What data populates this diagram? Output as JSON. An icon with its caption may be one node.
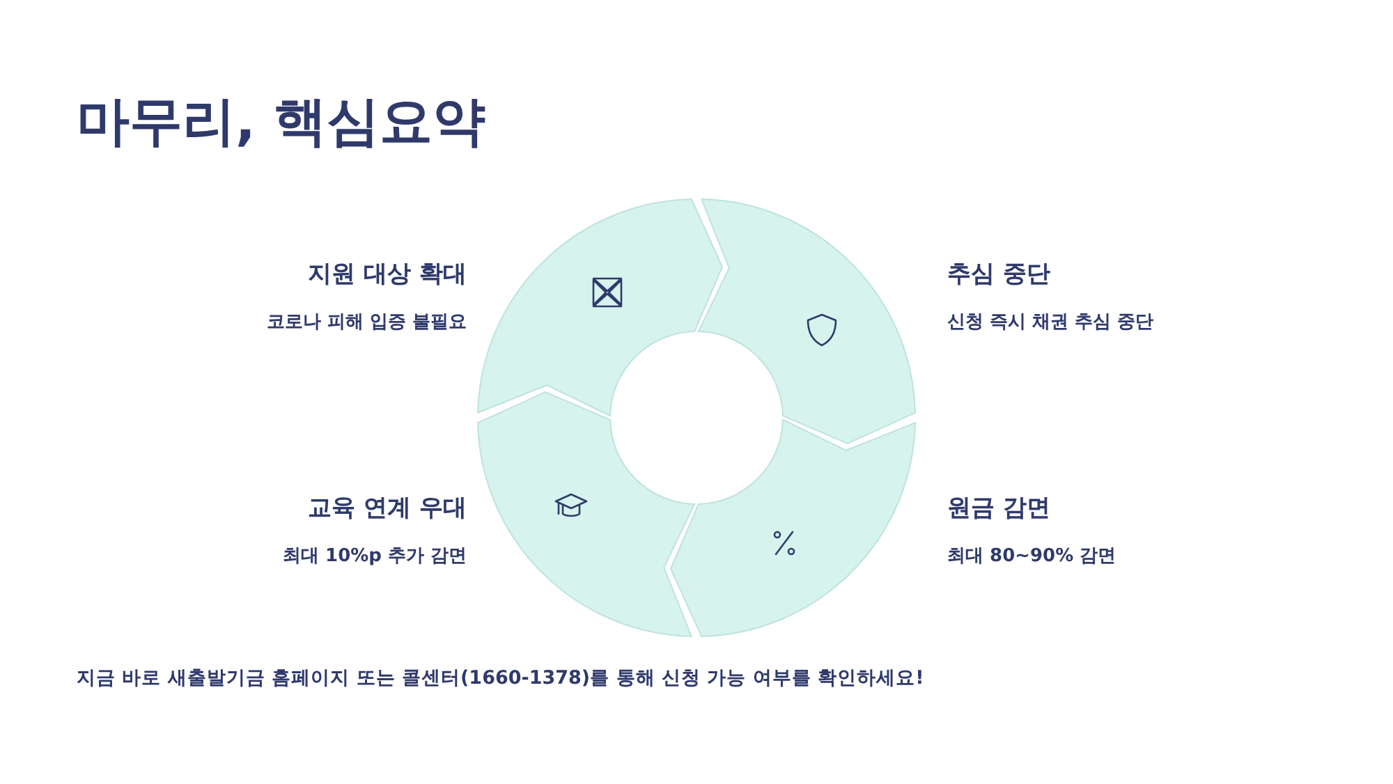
{
  "diagram": {
    "title": "마무리, 핵심요약",
    "labels": [
      "지원 대상 확대",
      "추심 중단",
      "코로나 피해 입증 불필요",
      "신청 즉시 채권 추심 중단",
      "교육 연계 우대",
      "원금 감면",
      "최대 10%p 추가 감면",
      "최대 80~90% 감면"
    ],
    "caption": "지금 바로 새출발기금 홈페이지 또는 콜센터(1660-1378)를 통해 신청 가능 여부를 확인하세요!"
  }
}
